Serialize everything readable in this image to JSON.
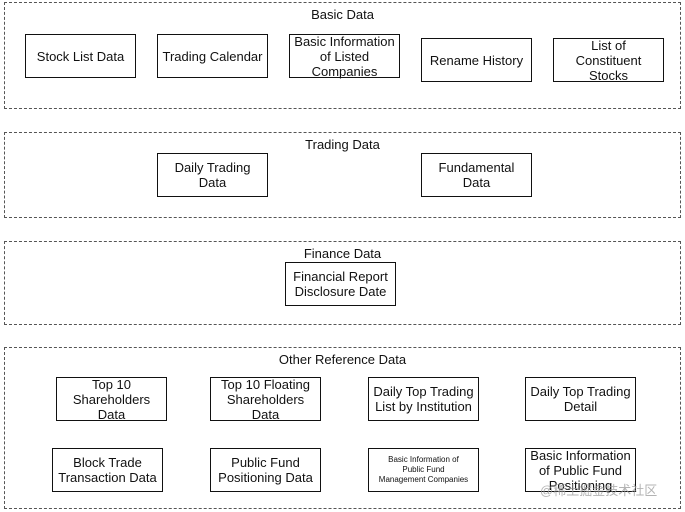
{
  "groups": {
    "basic": {
      "title": "Basic Data",
      "nodes": [
        "Stock List Data",
        "Trading Calendar",
        "Basic Information\nof Listed\nCompanies",
        "Rename History",
        "List of\nConstituent\nStocks"
      ]
    },
    "trading": {
      "title": "Trading Data",
      "nodes": [
        "Daily Trading\nData",
        "Fundamental\nData"
      ]
    },
    "finance": {
      "title": "Finance Data",
      "nodes": [
        "Financial Report\nDisclosure Date"
      ]
    },
    "other": {
      "title": "Other Reference Data",
      "nodes": [
        "Top 10\nShareholders\nData",
        "Top 10 Floating\nShareholders\nData",
        "Daily Top Trading\nList by Institution",
        "Daily Top Trading\nDetail",
        "Block Trade\nTransaction Data",
        "Public Fund\nPositioning Data",
        "Basic Information of\nPublic Fund\nManagement Companies",
        "Basic Information\nof Public Fund\nPositioning"
      ]
    }
  },
  "watermark": "@稀土掘金技术社区"
}
